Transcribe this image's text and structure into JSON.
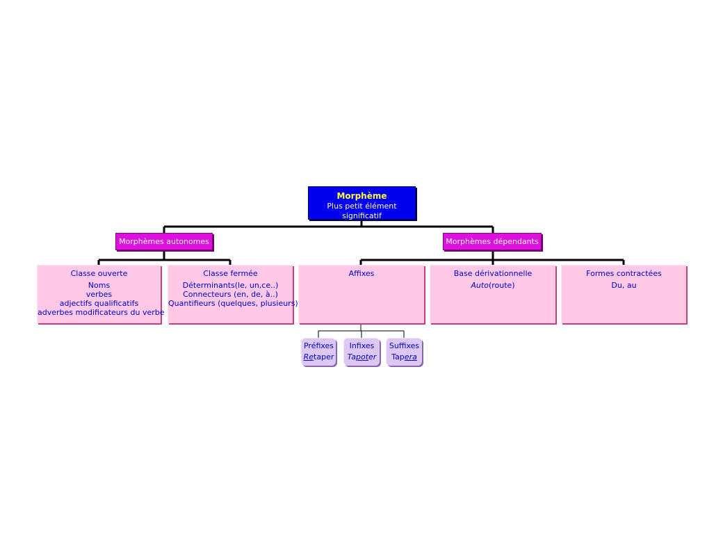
{
  "diagram": {
    "root": {
      "title": "Morphème",
      "subtitle": "Plus petit élément significatif"
    },
    "categories": {
      "left": "Morphèmes autonomes",
      "right": "Morphèmes dépendants"
    },
    "boxes": {
      "classe_ouverte": {
        "head": "Classe ouverte",
        "lines": [
          "Noms",
          "verbes",
          "adjectifs qualificatifs",
          "adverbes modificateurs du verbe"
        ]
      },
      "classe_fermee": {
        "head": "Classe fermée",
        "lines": [
          "Déterminants(le, un,ce..)",
          "Connecteurs (en, de, à..)",
          "Quantifieurs (quelques, plusieurs)"
        ]
      },
      "affixes": {
        "head": "Affixes"
      },
      "base_derivationnelle": {
        "head": "Base dérivationnelle",
        "example_italic": "Auto",
        "example_rest": "(route)"
      },
      "formes_contractees": {
        "head": "Formes contractées",
        "lines": [
          "Du, au"
        ]
      }
    },
    "affix_types": {
      "prefixes": {
        "head": "Préfixes",
        "ex_marked": "Re",
        "ex_rest": "taper"
      },
      "infixes": {
        "head": "Infixes",
        "ex_pre": "Ta",
        "ex_marked": "pot",
        "ex_post": "er"
      },
      "suffixes": {
        "head": "Suffixes",
        "ex_pre": "Tap",
        "ex_marked": "era"
      }
    },
    "colors": {
      "root_fill": "#0000ee",
      "root_title": "#ffff33",
      "category_fill": "#dd11dd",
      "box_fill": "#ffc8e6",
      "sub_fill": "#ddc8f4",
      "text": "#0000cc"
    }
  }
}
